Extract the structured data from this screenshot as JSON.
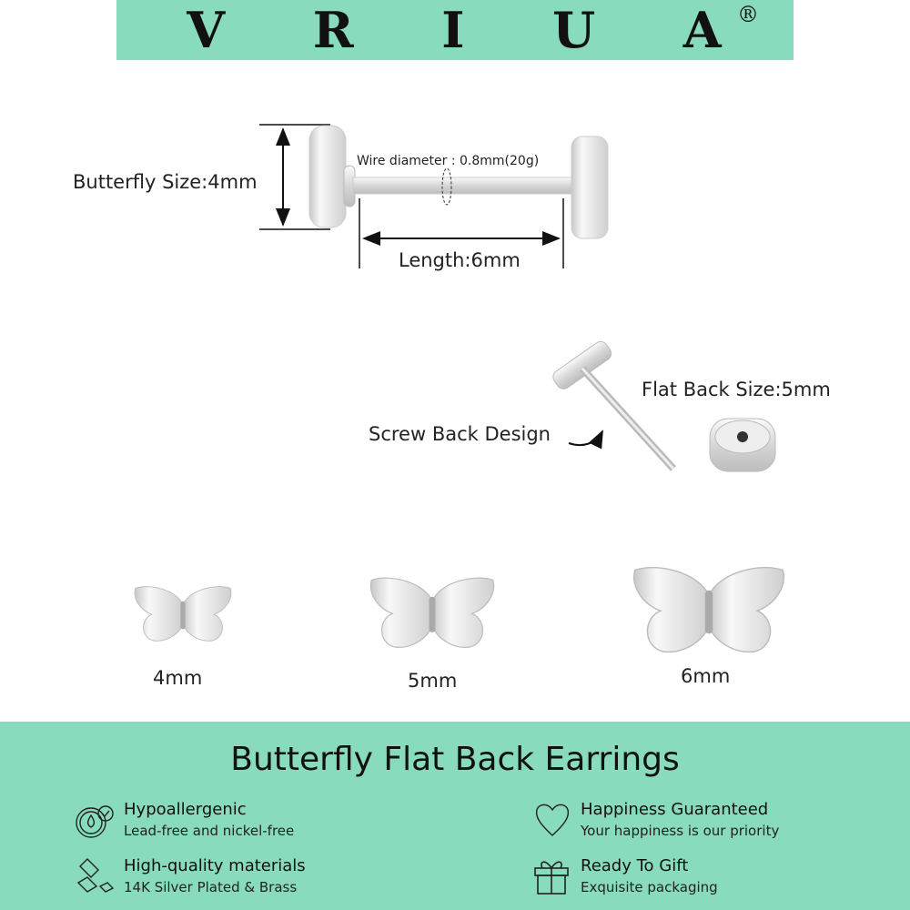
{
  "colors": {
    "accent": "#88dbbc",
    "text": "#111111",
    "metal": "#d9d9d9"
  },
  "brand": {
    "letters": [
      "V",
      "R",
      "I",
      "U",
      "A"
    ],
    "registered": "®"
  },
  "diagram": {
    "butterfly_size": "Butterfly Size:4mm",
    "wire_diameter": "Wire diameter : 0.8mm(20g)",
    "length": "Length:6mm",
    "flat_back_size": "Flat Back Size:5mm",
    "screw_back": "Screw Back Design"
  },
  "sizes": [
    {
      "label": "4mm"
    },
    {
      "label": "5mm"
    },
    {
      "label": "6mm"
    }
  ],
  "title": "Butterfly Flat Back Earrings",
  "features": [
    {
      "icon": "hypoallergenic-drop-icon",
      "title": "Hypoallergenic",
      "subtitle": "Lead-free and nickel-free"
    },
    {
      "icon": "heart-icon",
      "title": "Happiness Guaranteed",
      "subtitle": "Your happiness is our priority"
    },
    {
      "icon": "metal-bars-icon",
      "title": "High-quality materials",
      "subtitle": "14K Silver Plated & Brass"
    },
    {
      "icon": "gift-icon",
      "title": "Ready To Gift",
      "subtitle": "Exquisite packaging"
    }
  ]
}
